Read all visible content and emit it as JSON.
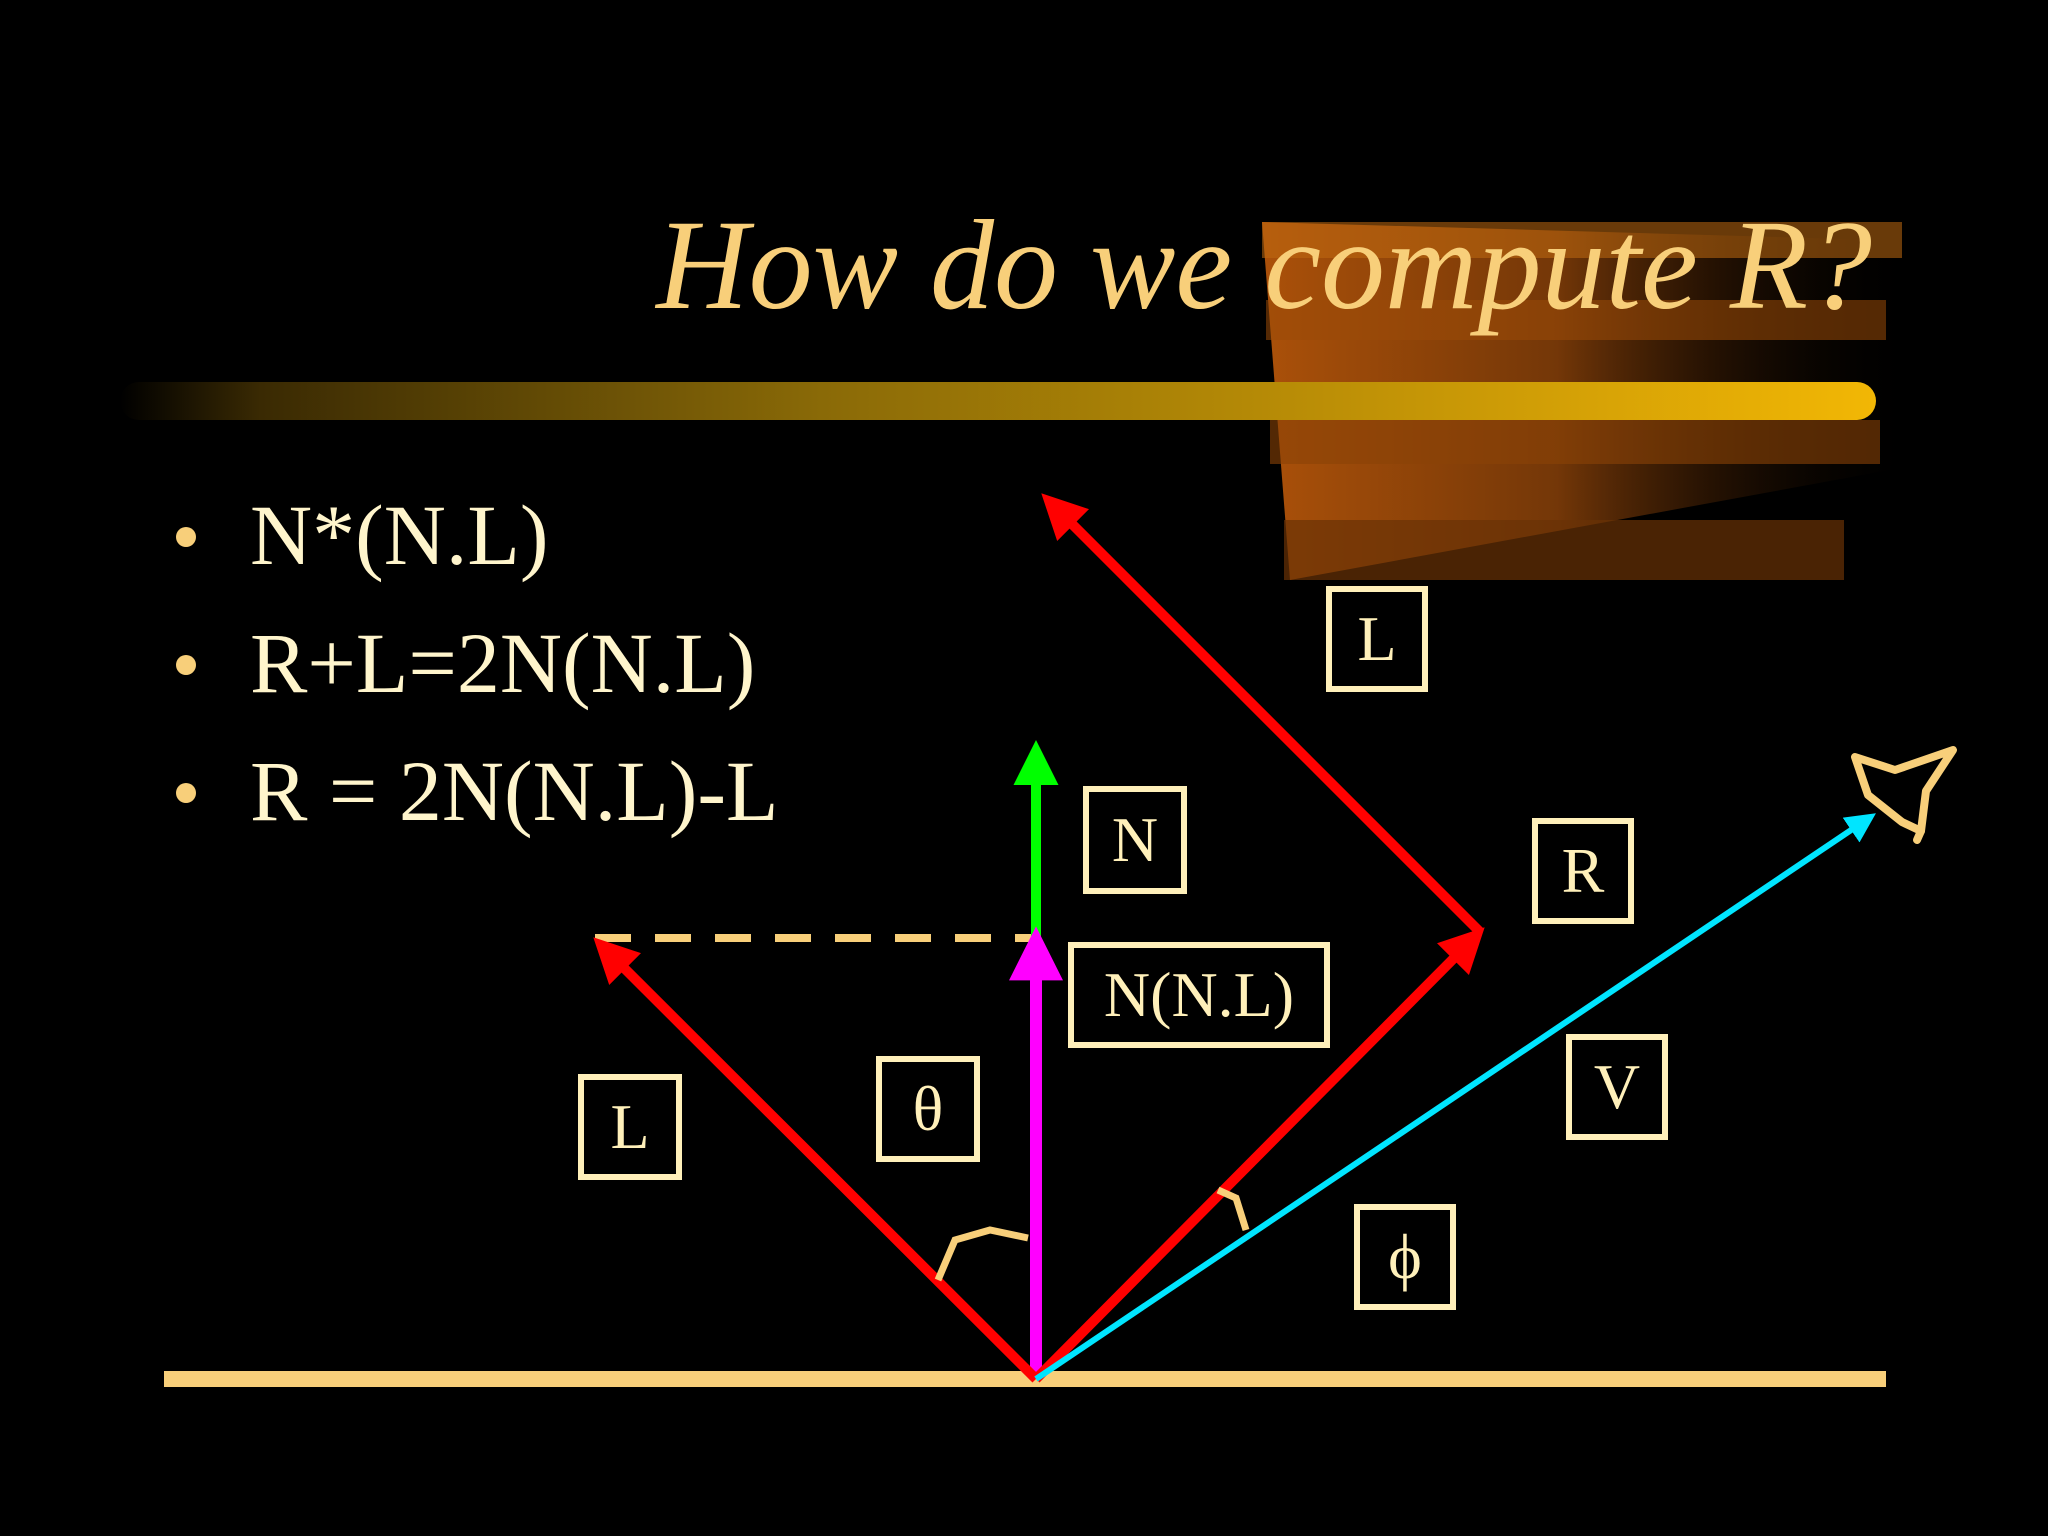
{
  "slide": {
    "title": "How do we compute R?",
    "bullets": [
      "N*(N.L)",
      "R+L=2N(N.L)",
      "R = 2N(N.L)-L"
    ]
  },
  "diagram": {
    "labels": {
      "l_upper": "L",
      "n": "N",
      "r": "R",
      "nnl": "N(N.L)",
      "v": "V",
      "l_lower": "L",
      "theta": "θ",
      "phi": "ϕ"
    },
    "colors": {
      "light_vectors": "#FF0000",
      "normal": "#00FF00",
      "projection": "#FF00FF",
      "view": "#00E5FF",
      "surface": "#F8CF7A",
      "accent": "#F8CF7A",
      "label_box": "#FFF0BA",
      "bar_gradient_end": "#F2B705",
      "glow": "#C0640A"
    },
    "icons": [
      "eye-icon"
    ]
  }
}
